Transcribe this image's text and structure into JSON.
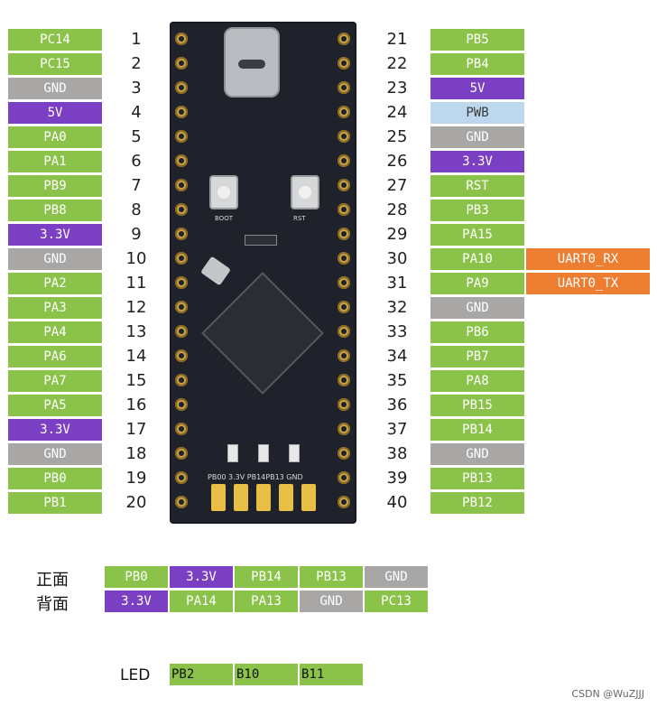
{
  "colors": {
    "green": "#8bc34a",
    "gray": "#a9a6a6",
    "purple": "#7b3fc4",
    "lightblue": "#bdd7ee",
    "orange": "#ed7d31"
  },
  "left_pins": [
    {
      "num": "1",
      "label": "PC14",
      "color": "green"
    },
    {
      "num": "2",
      "label": "PC15",
      "color": "green"
    },
    {
      "num": "3",
      "label": "GND",
      "color": "gray"
    },
    {
      "num": "4",
      "label": "5V",
      "color": "purple"
    },
    {
      "num": "5",
      "label": "PA0",
      "color": "green"
    },
    {
      "num": "6",
      "label": "PA1",
      "color": "green"
    },
    {
      "num": "7",
      "label": "PB9",
      "color": "green"
    },
    {
      "num": "8",
      "label": "PB8",
      "color": "green"
    },
    {
      "num": "9",
      "label": "3.3V",
      "color": "purple"
    },
    {
      "num": "10",
      "label": "GND",
      "color": "gray"
    },
    {
      "num": "11",
      "label": "PA2",
      "color": "green"
    },
    {
      "num": "12",
      "label": "PA3",
      "color": "green"
    },
    {
      "num": "13",
      "label": "PA4",
      "color": "green"
    },
    {
      "num": "14",
      "label": "PA6",
      "color": "green"
    },
    {
      "num": "15",
      "label": "PA7",
      "color": "green"
    },
    {
      "num": "16",
      "label": "PA5",
      "color": "green"
    },
    {
      "num": "17",
      "label": "3.3V",
      "color": "purple"
    },
    {
      "num": "18",
      "label": "GND",
      "color": "gray"
    },
    {
      "num": "19",
      "label": "PB0",
      "color": "green"
    },
    {
      "num": "20",
      "label": "PB1",
      "color": "green"
    }
  ],
  "right_pins": [
    {
      "num": "21",
      "label": "PB5",
      "color": "green"
    },
    {
      "num": "22",
      "label": "PB4",
      "color": "green"
    },
    {
      "num": "23",
      "label": "5V",
      "color": "purple"
    },
    {
      "num": "24",
      "label": "PWB",
      "color": "lightblue"
    },
    {
      "num": "25",
      "label": "GND",
      "color": "gray"
    },
    {
      "num": "26",
      "label": "3.3V",
      "color": "purple"
    },
    {
      "num": "27",
      "label": "RST",
      "color": "green"
    },
    {
      "num": "28",
      "label": "PB3",
      "color": "green"
    },
    {
      "num": "29",
      "label": "PA15",
      "color": "green"
    },
    {
      "num": "30",
      "label": "PA10",
      "color": "green",
      "extra": "UART0_RX"
    },
    {
      "num": "31",
      "label": "PA9",
      "color": "green",
      "extra": "UART0_TX"
    },
    {
      "num": "32",
      "label": "GND",
      "color": "gray"
    },
    {
      "num": "33",
      "label": "PB6",
      "color": "green"
    },
    {
      "num": "34",
      "label": "PB7",
      "color": "green"
    },
    {
      "num": "35",
      "label": "PA8",
      "color": "green"
    },
    {
      "num": "36",
      "label": "PB15",
      "color": "green"
    },
    {
      "num": "37",
      "label": "PB14",
      "color": "green"
    },
    {
      "num": "38",
      "label": "GND",
      "color": "gray"
    },
    {
      "num": "39",
      "label": "PB13",
      "color": "green"
    },
    {
      "num": "40",
      "label": "PB12",
      "color": "green"
    }
  ],
  "front": {
    "title": "正面",
    "cells": [
      {
        "label": "PB0",
        "color": "green"
      },
      {
        "label": "3.3V",
        "color": "purple"
      },
      {
        "label": "PB14",
        "color": "green"
      },
      {
        "label": "PB13",
        "color": "green"
      },
      {
        "label": "GND",
        "color": "gray"
      }
    ]
  },
  "back": {
    "title": "背面",
    "cells": [
      {
        "label": "3.3V",
        "color": "purple"
      },
      {
        "label": "PA14",
        "color": "green"
      },
      {
        "label": "PA13",
        "color": "green"
      },
      {
        "label": "GND",
        "color": "gray"
      },
      {
        "label": "PC13",
        "color": "green"
      }
    ]
  },
  "led": {
    "title": "LED",
    "cells": [
      {
        "label": "PB2",
        "color": "green"
      },
      {
        "label": "B10",
        "color": "green"
      },
      {
        "label": "B11",
        "color": "green"
      }
    ]
  },
  "board": {
    "boot_label": "BOOT",
    "rst_label": "RST",
    "bottom_silk": "PB00 3.3V PB14PB13 GND"
  },
  "watermark": "CSDN @WuZJJJ"
}
